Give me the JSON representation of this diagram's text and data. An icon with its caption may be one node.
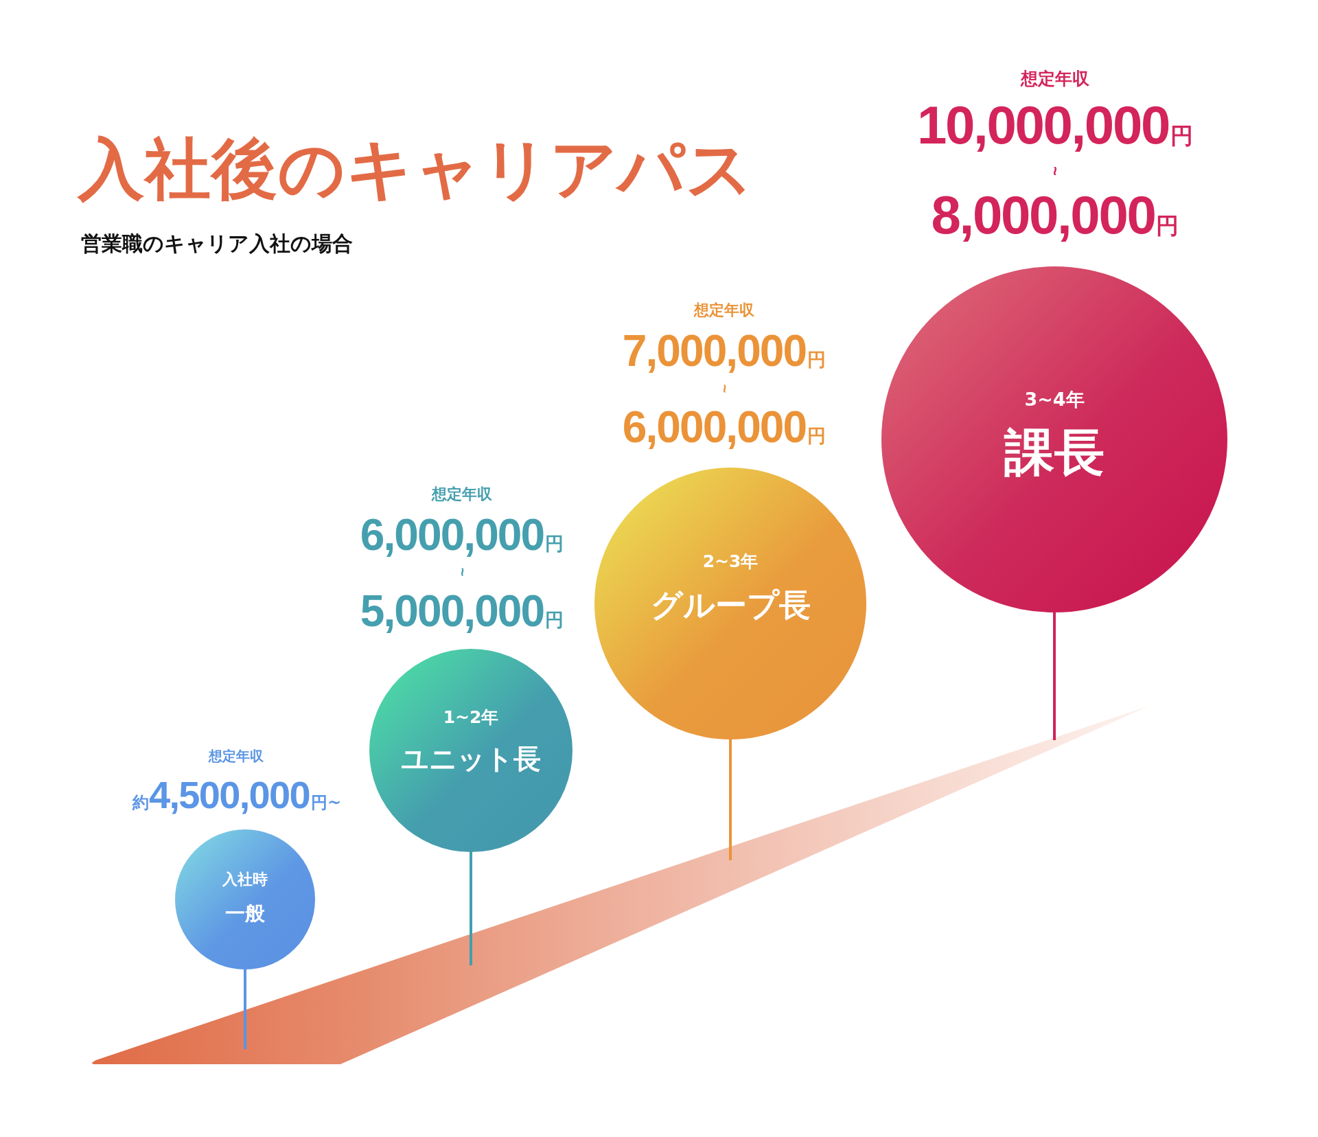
{
  "diagram": {
    "title": "入社後のキャリアパス",
    "nodes": [
      {
        "text": [
          "入社時",
          "一般"
        ],
        "beside": [
          "想定年収",
          "約4,500,000円~"
        ]
      },
      {
        "text": [
          "1~2年",
          "ユニット長"
        ],
        "beside": [
          "想定年収",
          "6,000,000円",
          "~",
          "5,000,000円"
        ]
      },
      {
        "text": [
          "2~3年",
          "グループ長"
        ],
        "beside": [
          "想定年収",
          "7,000,000円",
          "~",
          "6,000,000円"
        ]
      },
      {
        "text": [
          "3~4年",
          "課長"
        ],
        "beside": [
          "想定年収",
          "10,000,000円",
          "~",
          "8,000,000円"
        ]
      }
    ],
    "labels": [
      "営業職のキャリア入社の場合"
    ]
  }
}
